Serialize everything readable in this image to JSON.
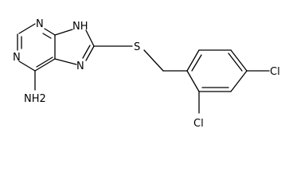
{
  "molecule": {
    "atoms": {
      "n_top": "N",
      "n_left": "N",
      "nh_imidazole": "NH",
      "n_imidazole": "N",
      "s_thioether": "S",
      "nh2_amine": "NH2",
      "cl_para": "Cl",
      "cl_ortho": "Cl"
    }
  }
}
